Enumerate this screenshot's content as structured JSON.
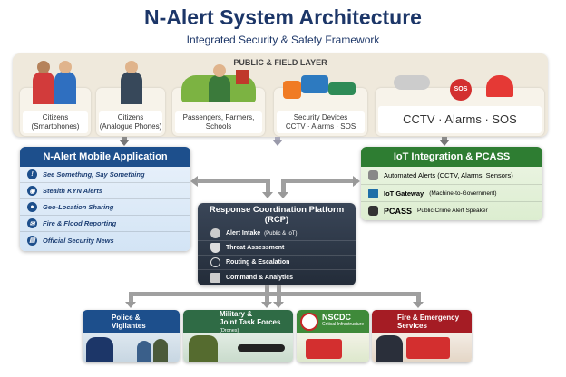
{
  "title": "N-Alert System Architecture",
  "subtitle": "Integrated Security & Safety Framework",
  "public_layer": {
    "label": "PUBLIC & FIELD LAYER",
    "cards": [
      {
        "line1": "Citizens",
        "line2": "(Smartphones)"
      },
      {
        "line1": "Citizens",
        "line2": "(Analogue Phones)"
      },
      {
        "line1": "Passengers, Farmers,",
        "line2": "Schools"
      },
      {
        "line1": "Security Devices",
        "line2": "CCTV · Alarms · SOS"
      },
      {
        "line1": "CCTV · Alarms · SOS",
        "sos_badge": "SOS"
      }
    ]
  },
  "mobile_app": {
    "title": "N-Alert Mobile Application",
    "items": [
      "See Something, Say Something",
      "Stealth KYN Alerts",
      "Geo-Location Sharing",
      "Fire & Flood Reporting",
      "Official Security News"
    ]
  },
  "iot": {
    "title": "IoT Integration & PCASS",
    "items": [
      {
        "label": "Automated Alerts (CCTV, Alarms, Sensors)",
        "sub": ""
      },
      {
        "label": "IoT Gateway",
        "sub": "(Machine-to-Government)"
      },
      {
        "label": "PCASS",
        "sub": "Public Crime Alert Speaker"
      }
    ]
  },
  "rcp": {
    "title": "Response Coordination Platform (RCP)",
    "items": [
      {
        "label": "Alert Intake",
        "sub": "(Public & IoT)"
      },
      {
        "label": "Threat Assessment",
        "sub": ""
      },
      {
        "label": "Routing & Escalation",
        "sub": ""
      },
      {
        "label": "Command & Analytics",
        "sub": ""
      }
    ]
  },
  "responders": [
    {
      "title": "Police & Vigilantes",
      "sub": ""
    },
    {
      "title": "Military &",
      "title2": "Joint Task Forces",
      "sub": "(Drones)"
    },
    {
      "title": "NSCDC",
      "sub": "Critical Infrastructure"
    },
    {
      "title": "Fire & Emergency Services",
      "sub": ""
    }
  ],
  "colors": {
    "navy": "#1c3668",
    "app_blue": "#1d4f8c",
    "iot_green": "#2e7d32",
    "rcp_dark": "#2f3a4a",
    "fire_red": "#a51c24"
  }
}
